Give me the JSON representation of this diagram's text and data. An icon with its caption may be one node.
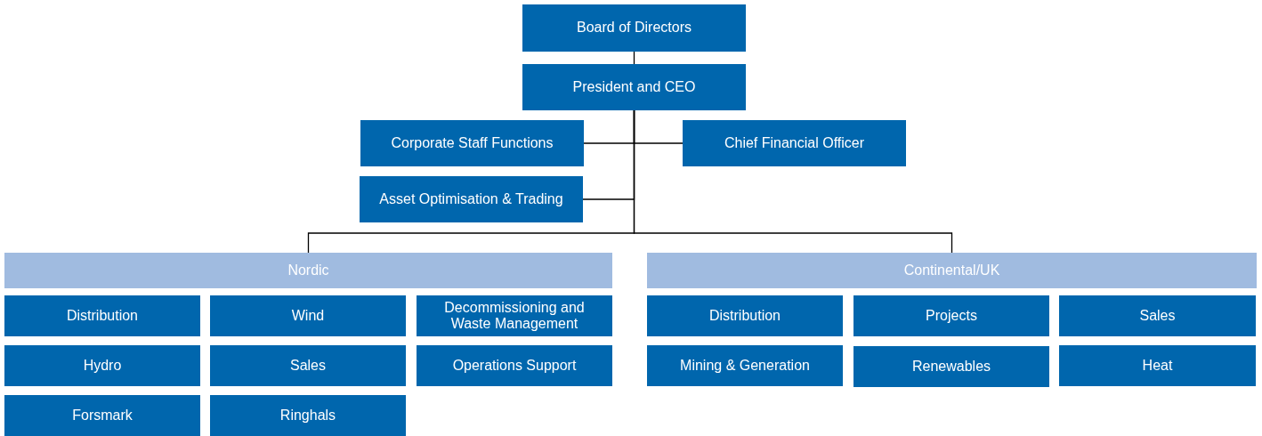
{
  "diagram": {
    "nodes": [
      {
        "text": [
          "Board of Directors"
        ]
      },
      {
        "text": [
          "President and CEO"
        ]
      },
      {
        "text": [
          "Corporate Staff Functions"
        ]
      },
      {
        "text": [
          "Chief Financial Officer"
        ]
      },
      {
        "text": [
          "Asset Optimisation & Trading"
        ]
      },
      {
        "text": [
          "Nordic"
        ]
      },
      {
        "text": [
          "Continental/UK"
        ]
      },
      {
        "text": [
          "Distribution"
        ]
      },
      {
        "text": [
          "Wind"
        ]
      },
      {
        "text": [
          "Decommissioning and Waste Management"
        ]
      },
      {
        "text": [
          "Hydro"
        ]
      },
      {
        "text": [
          "Sales"
        ]
      },
      {
        "text": [
          "Operations Support"
        ]
      },
      {
        "text": [
          "Forsmark"
        ]
      },
      {
        "text": [
          "Ringhals"
        ]
      },
      {
        "text": [
          "Distribution"
        ]
      },
      {
        "text": [
          "Projects"
        ]
      },
      {
        "text": [
          "Sales"
        ]
      },
      {
        "text": [
          "Mining & Generation"
        ]
      },
      {
        "text": [
          "Renewables"
        ]
      },
      {
        "text": [
          "Heat"
        ]
      }
    ],
    "edges": [
      {
        "from": 0,
        "to": 1,
        "arrow": "none"
      },
      {
        "from": 1,
        "to": 2,
        "arrow": "none"
      },
      {
        "from": 1,
        "to": 3,
        "arrow": "none"
      },
      {
        "from": 1,
        "to": 4,
        "arrow": "none"
      },
      {
        "from": 1,
        "to": 5,
        "arrow": "none"
      },
      {
        "from": 1,
        "to": 6,
        "arrow": "none"
      }
    ]
  }
}
